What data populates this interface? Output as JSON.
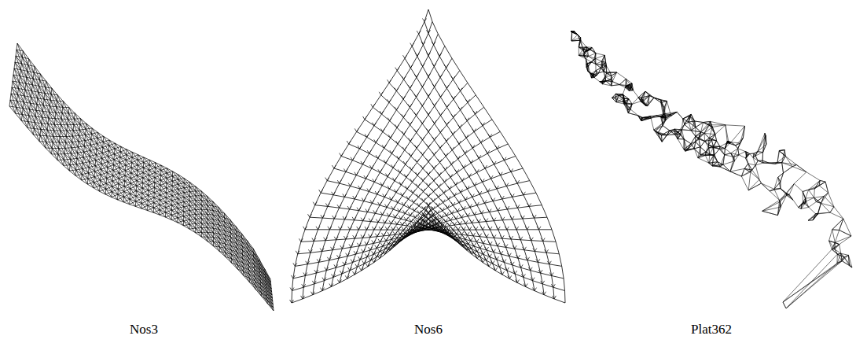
{
  "diagram": {
    "labels": [
      "Nos3",
      "Nos6",
      "Plat362"
    ]
  }
}
